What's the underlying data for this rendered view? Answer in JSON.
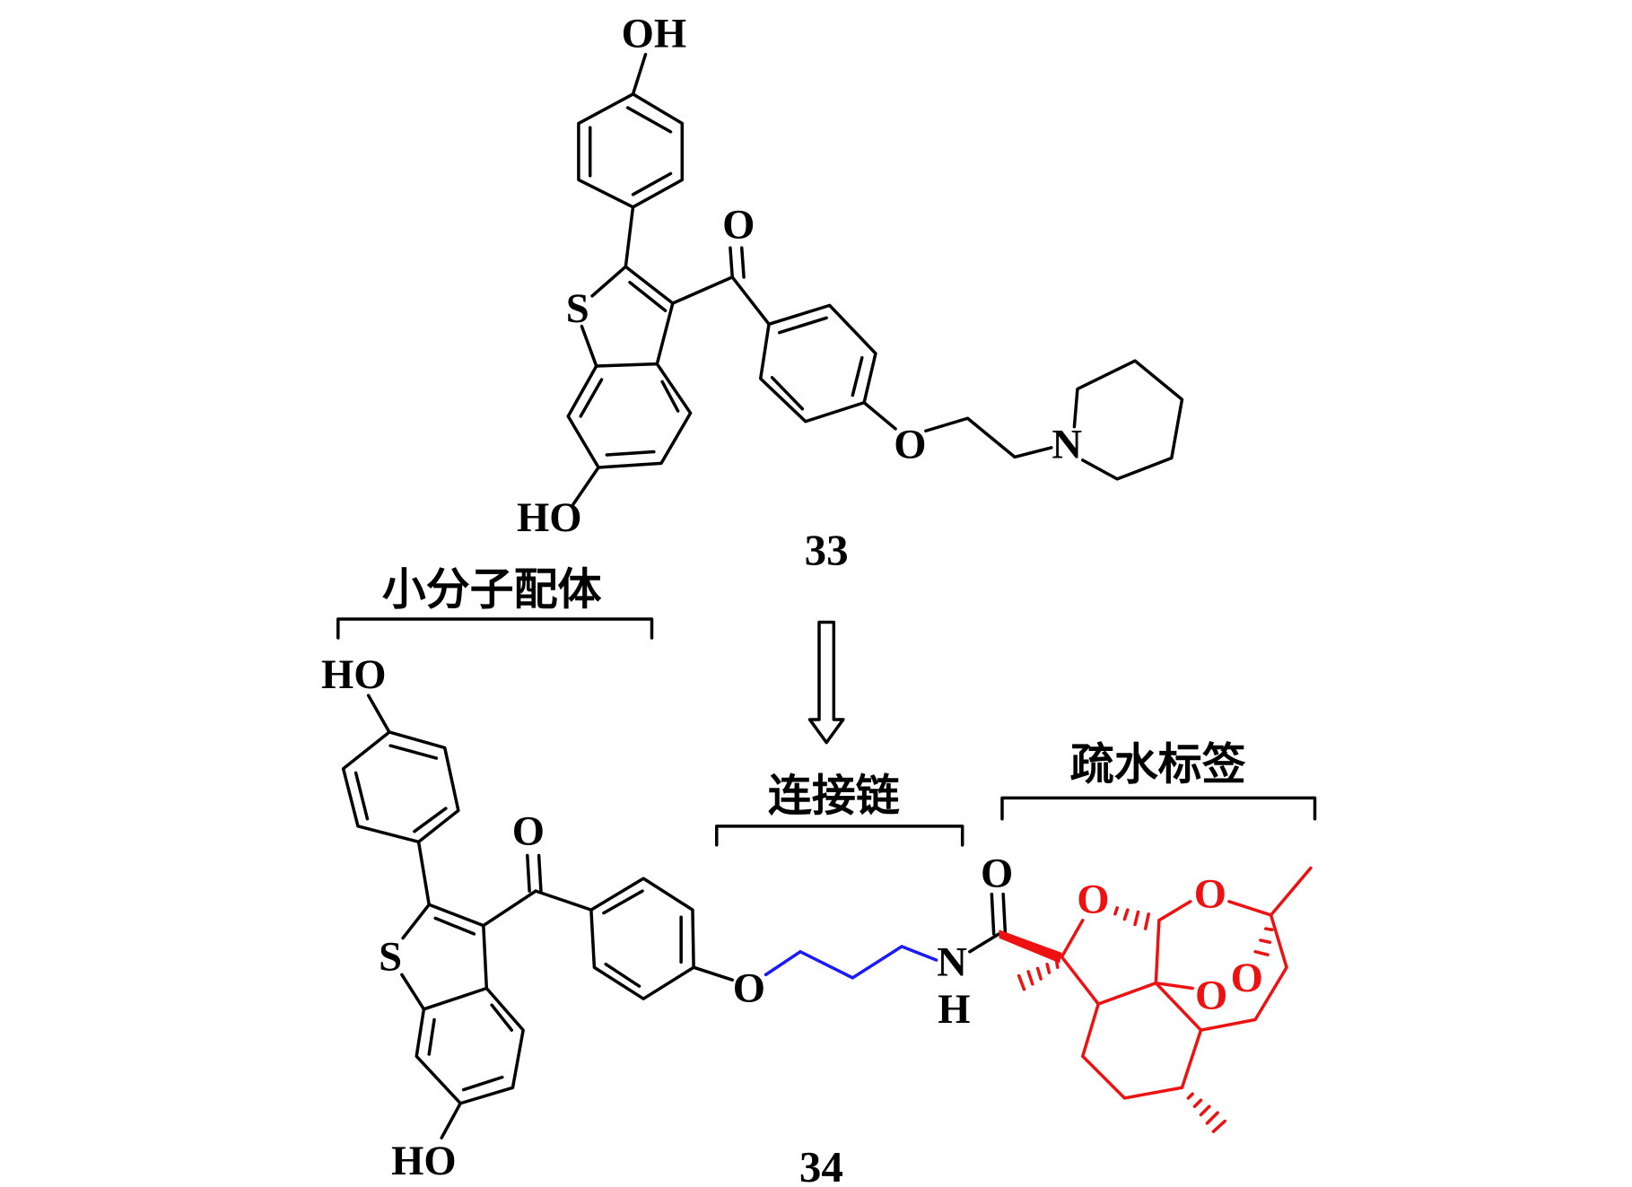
{
  "compounds": {
    "top": "33",
    "bottom": "34"
  },
  "sections": {
    "ligand": "小分子配体",
    "linker": "连接链",
    "tag": "疏水标签"
  },
  "atoms33": {
    "oh_top": "OH",
    "s": "S",
    "o_carbonyl": "O",
    "ho": "HO",
    "o_ether": "O",
    "n": "N"
  },
  "atoms34": {
    "ho_top": "HO",
    "s": "S",
    "o_carbonyl": "O",
    "ho": "HO",
    "o_ether": "O",
    "n": "N",
    "h": "H",
    "o_amide": "O",
    "o_ring1": "O",
    "o_ring2": "O",
    "o_ring3": "O",
    "o_peroxide": "O"
  },
  "colors": {
    "ligand": "#000000",
    "linker": "#1a1aff",
    "tag": "#ee1111"
  }
}
